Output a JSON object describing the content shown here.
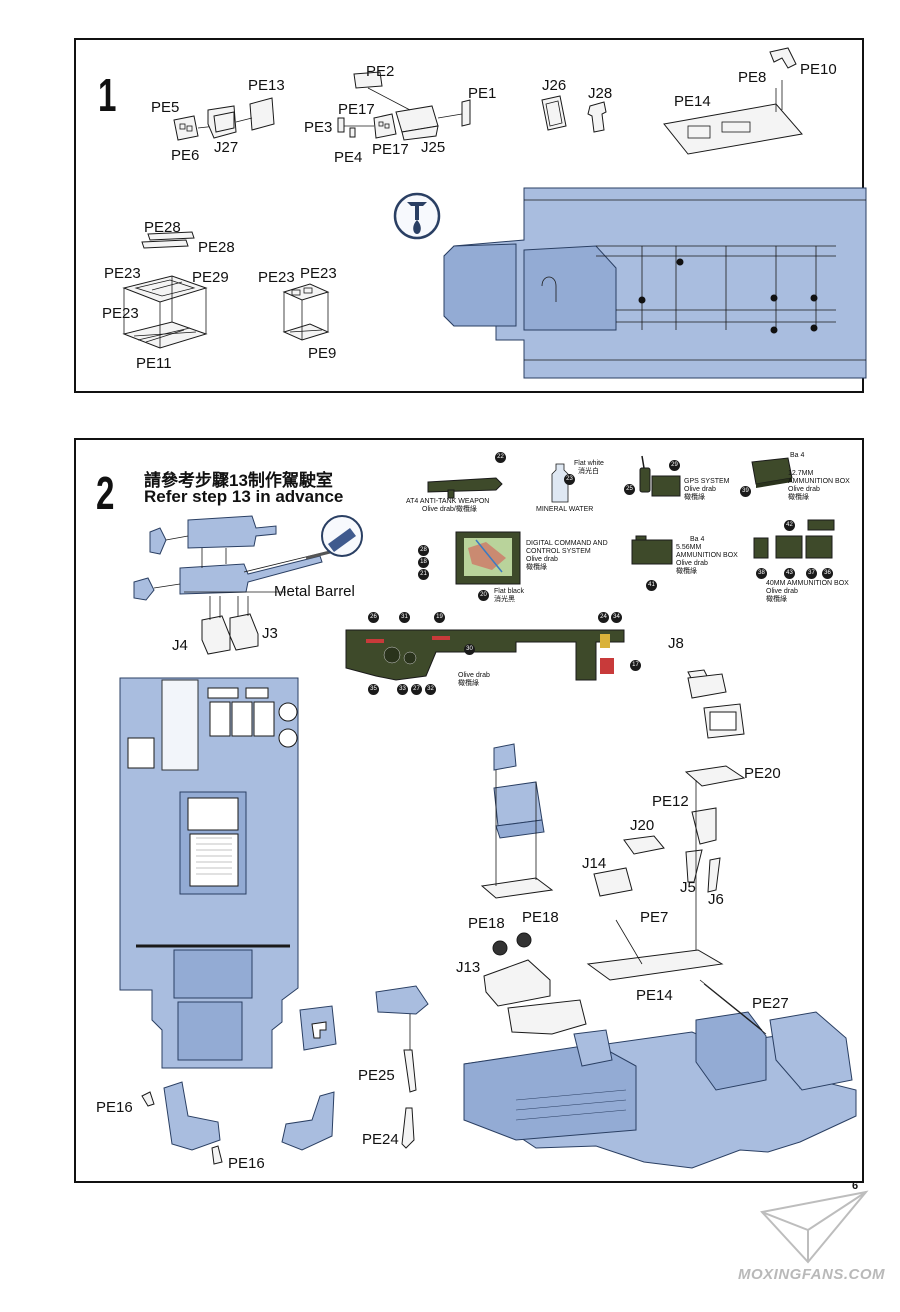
{
  "step1": {
    "number": "1",
    "labels": {
      "pe5": "PE5",
      "pe6": "PE6",
      "j27": "J27",
      "pe13": "PE13",
      "pe2": "PE2",
      "pe1": "PE1",
      "pe17a": "PE17",
      "pe3": "PE3",
      "pe4": "PE4",
      "pe17b": "PE17",
      "j25": "J25",
      "j26": "J26",
      "j28": "J28",
      "pe8": "PE8",
      "pe10": "PE10",
      "pe14": "PE14",
      "pe28a": "PE28",
      "pe28b": "PE28",
      "pe23a": "PE23",
      "pe29": "PE29",
      "pe23b": "PE23",
      "pe11": "PE11",
      "pe23c": "PE23",
      "pe23d": "PE23",
      "pe9": "PE9"
    }
  },
  "step2": {
    "number": "2",
    "heading_cn": "請參考步驟13制作駕駛室",
    "heading_en": "Refer step 13 in advance",
    "labels": {
      "metal_barrel": "Metal Barrel",
      "j4": "J4",
      "j3": "J3",
      "j8": "J8",
      "pe20": "PE20",
      "pe12": "PE12",
      "j20": "J20",
      "j14": "J14",
      "j5": "J5",
      "j6": "J6",
      "pe18a": "PE18",
      "pe18b": "PE18",
      "pe7": "PE7",
      "j13": "J13",
      "pe14": "PE14",
      "pe27": "PE27",
      "pe25": "PE25",
      "pe24": "PE24",
      "pe16a": "PE16",
      "pe16b": "PE16"
    },
    "equipment": {
      "at4": "AT4 ANTI-TANK WEAPON",
      "at4_color": "Olive drab/橄欖綠",
      "flat_white": "Flat white",
      "flat_white_cn": "消光白",
      "mineral_water": "MINERAL WATER",
      "gps_title": "GPS SYSTEM",
      "gps_color": "Olive drab",
      "gps_color_cn": "橄欖綠",
      "ba4_a": "Ba 4",
      "box127_title_1": "12.7MM",
      "box127_title_2": "AMMUNITION BOX",
      "box127_color": "Olive drab",
      "box127_color_cn": "橄欖綠",
      "dcc_title_1": "DIGITAL COMMAND AND",
      "dcc_title_2": "CONTROL SYSTEM",
      "dcc_color": "Olive drab",
      "dcc_color_cn": "橄欖綠",
      "flat_black": "Flat black",
      "flat_black_cn": "消光黑",
      "ba4_b": "Ba 4",
      "box556_title_1": "5.56MM",
      "box556_title_2": "AMMUNITION BOX",
      "box556_color": "Olive drab",
      "box556_color_cn": "橄欖綠",
      "box40_title": "40MM AMMUNITION BOX",
      "box40_color": "Olive drab",
      "box40_color_cn": "橄欖綠",
      "dash_color": "Olive drab",
      "dash_color_cn": "橄欖綠"
    },
    "callouts": {
      "c22": "22",
      "c23": "23",
      "c29": "29",
      "c25": "25",
      "c39": "39",
      "c28": "28",
      "c18": "18",
      "c21": "21",
      "c30": "30",
      "c20": "20",
      "c41": "41",
      "c42": "42",
      "c38": "38",
      "c43": "43",
      "c37": "37",
      "c36": "36",
      "c26": "26",
      "c31": "31",
      "c19": "19",
      "c24": "24",
      "c34": "34",
      "c17": "17",
      "c35": "35",
      "c33": "33",
      "c27": "27",
      "c32": "32"
    }
  },
  "page_number": "6",
  "watermark": "MOXINGFANS.COM",
  "colors": {
    "part_blue": "#a9bddf",
    "part_outline": "#2a3f63",
    "olive": "#3e4a2a"
  }
}
